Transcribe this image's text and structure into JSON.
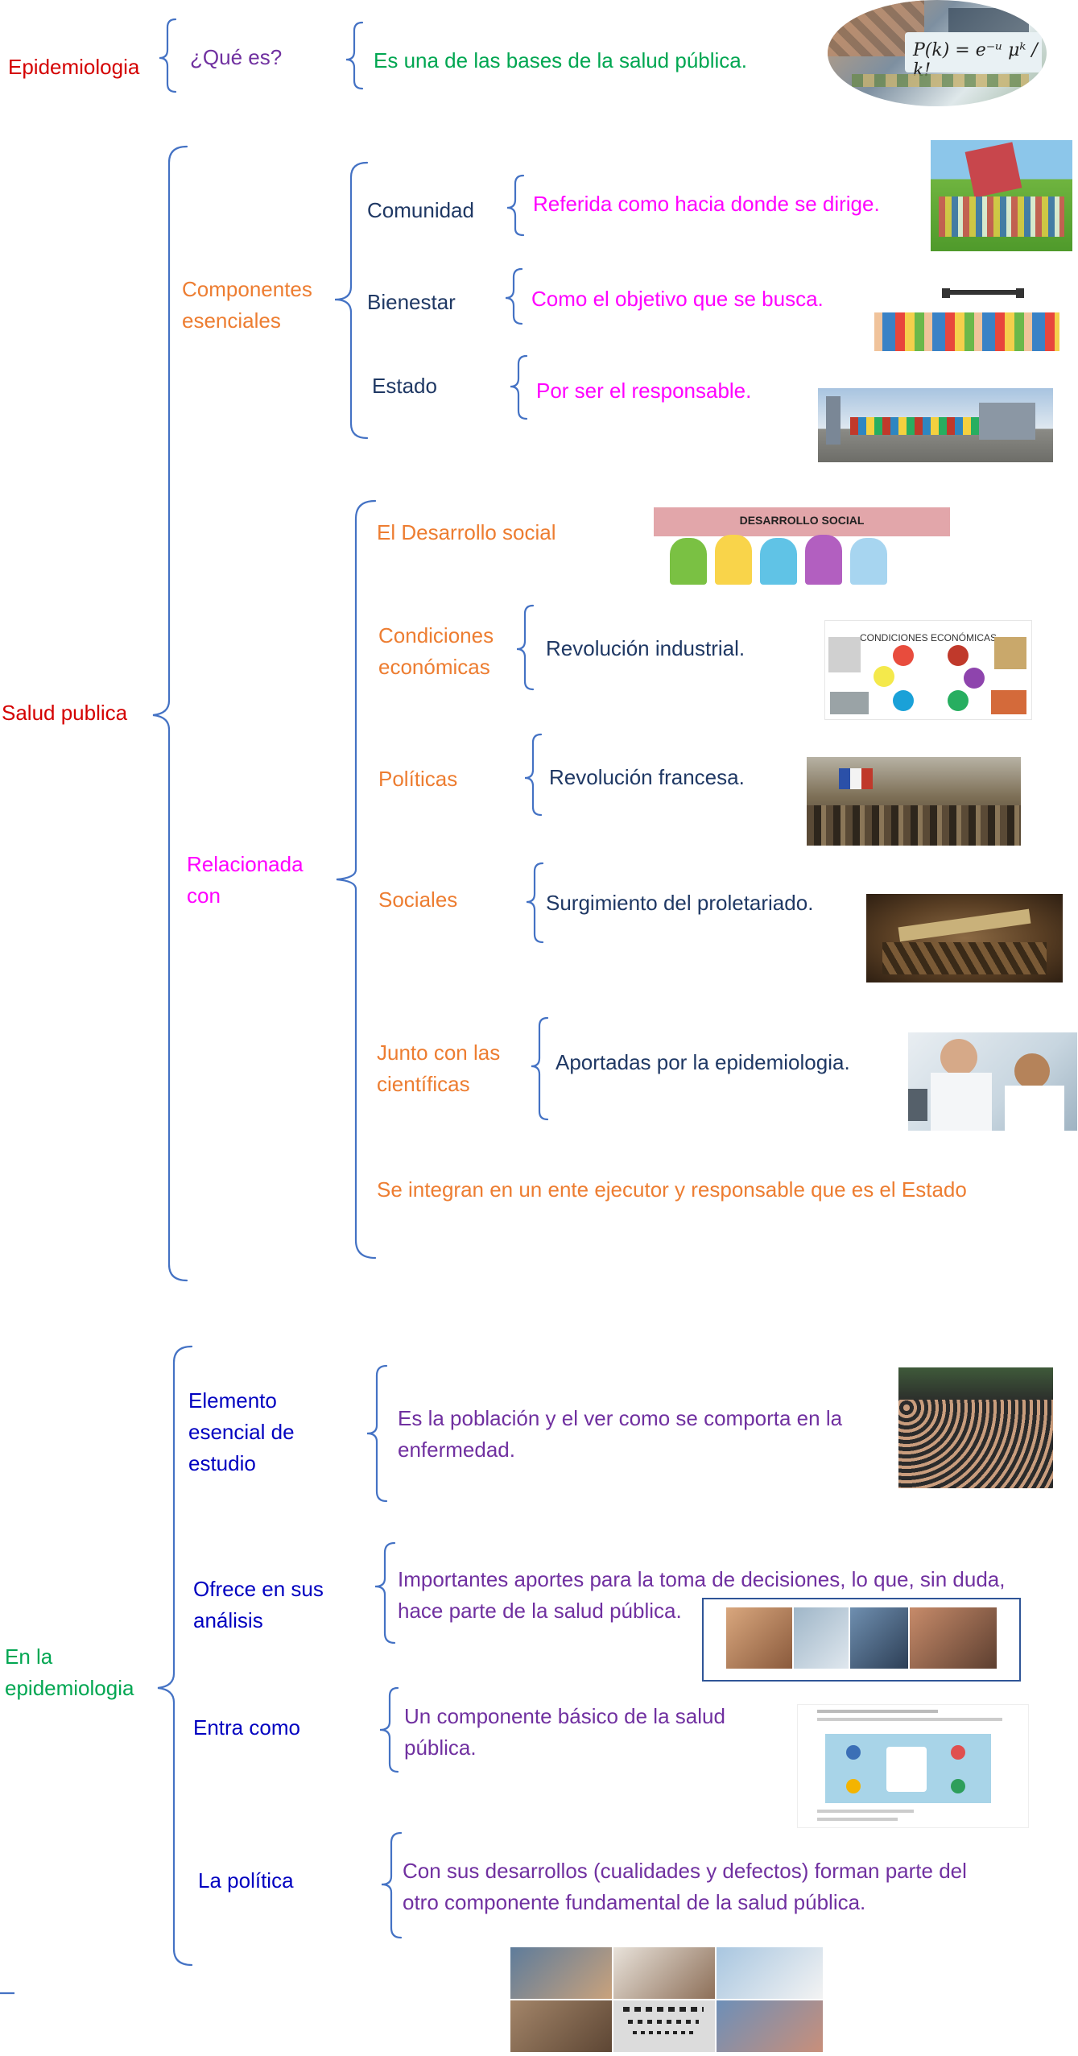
{
  "epidemiologia": {
    "label": "Epidemiologia",
    "question": "¿Qué es?",
    "answer": "Es una de las bases de la salud pública.",
    "formula": "P(k) = e⁻ᵘ μᵏ / k!"
  },
  "salud_publica": {
    "label": "Salud publica",
    "componentes": {
      "label": "Componentes\nesenciales",
      "items": [
        {
          "name": "Comunidad",
          "desc": "Referida como hacia donde se dirige."
        },
        {
          "name": "Bienestar",
          "desc": "Como el objetivo que se busca."
        },
        {
          "name": "Estado",
          "desc": "Por ser el responsable."
        }
      ]
    },
    "relacionada": {
      "label": "Relacionada\ncon",
      "desarrollo_social": "El Desarrollo social",
      "desarrollo_social_banner": "DESARROLLO SOCIAL",
      "items": [
        {
          "name": "Condiciones\neconómicas",
          "desc": "Revolución industrial."
        },
        {
          "name": "Políticas",
          "desc": "Revolución francesa."
        },
        {
          "name": "Sociales",
          "desc": "Surgimiento del proletariado."
        },
        {
          "name": "Junto con las\ncientíficas",
          "desc": "Aportadas por la epidemiologia."
        }
      ],
      "condiciones_banner": "CONDICIONES ECONÓMICAS",
      "integran": "Se integran en un ente ejecutor y responsable que es el Estado"
    }
  },
  "en_la_epidemiologia": {
    "label": "En la\nepidemiologia",
    "items": [
      {
        "name": "Elemento\nesencial de\nestudio",
        "desc": "Es la población y el ver como se comporta en la\nenfermedad."
      },
      {
        "name": "Ofrece en sus\nanálisis",
        "desc": "Importantes aportes para la toma de decisiones, lo que, sin duda,\nhace parte de la salud pública."
      },
      {
        "name": "Entra como",
        "desc": "Un componente básico de la salud\npública."
      },
      {
        "name": "La política",
        "desc": "Con sus desarrollos (cualidades y defectos) forman parte del\notro componente fundamental de la salud pública."
      }
    ]
  },
  "colors": {
    "bracket": "#4472c4",
    "red": "#d40000",
    "purple": "#7030a0",
    "green": "#00a651",
    "orange": "#ed7d31",
    "magenta": "#ff00ff",
    "navy": "#1f3864",
    "blue": "#0000c0"
  }
}
